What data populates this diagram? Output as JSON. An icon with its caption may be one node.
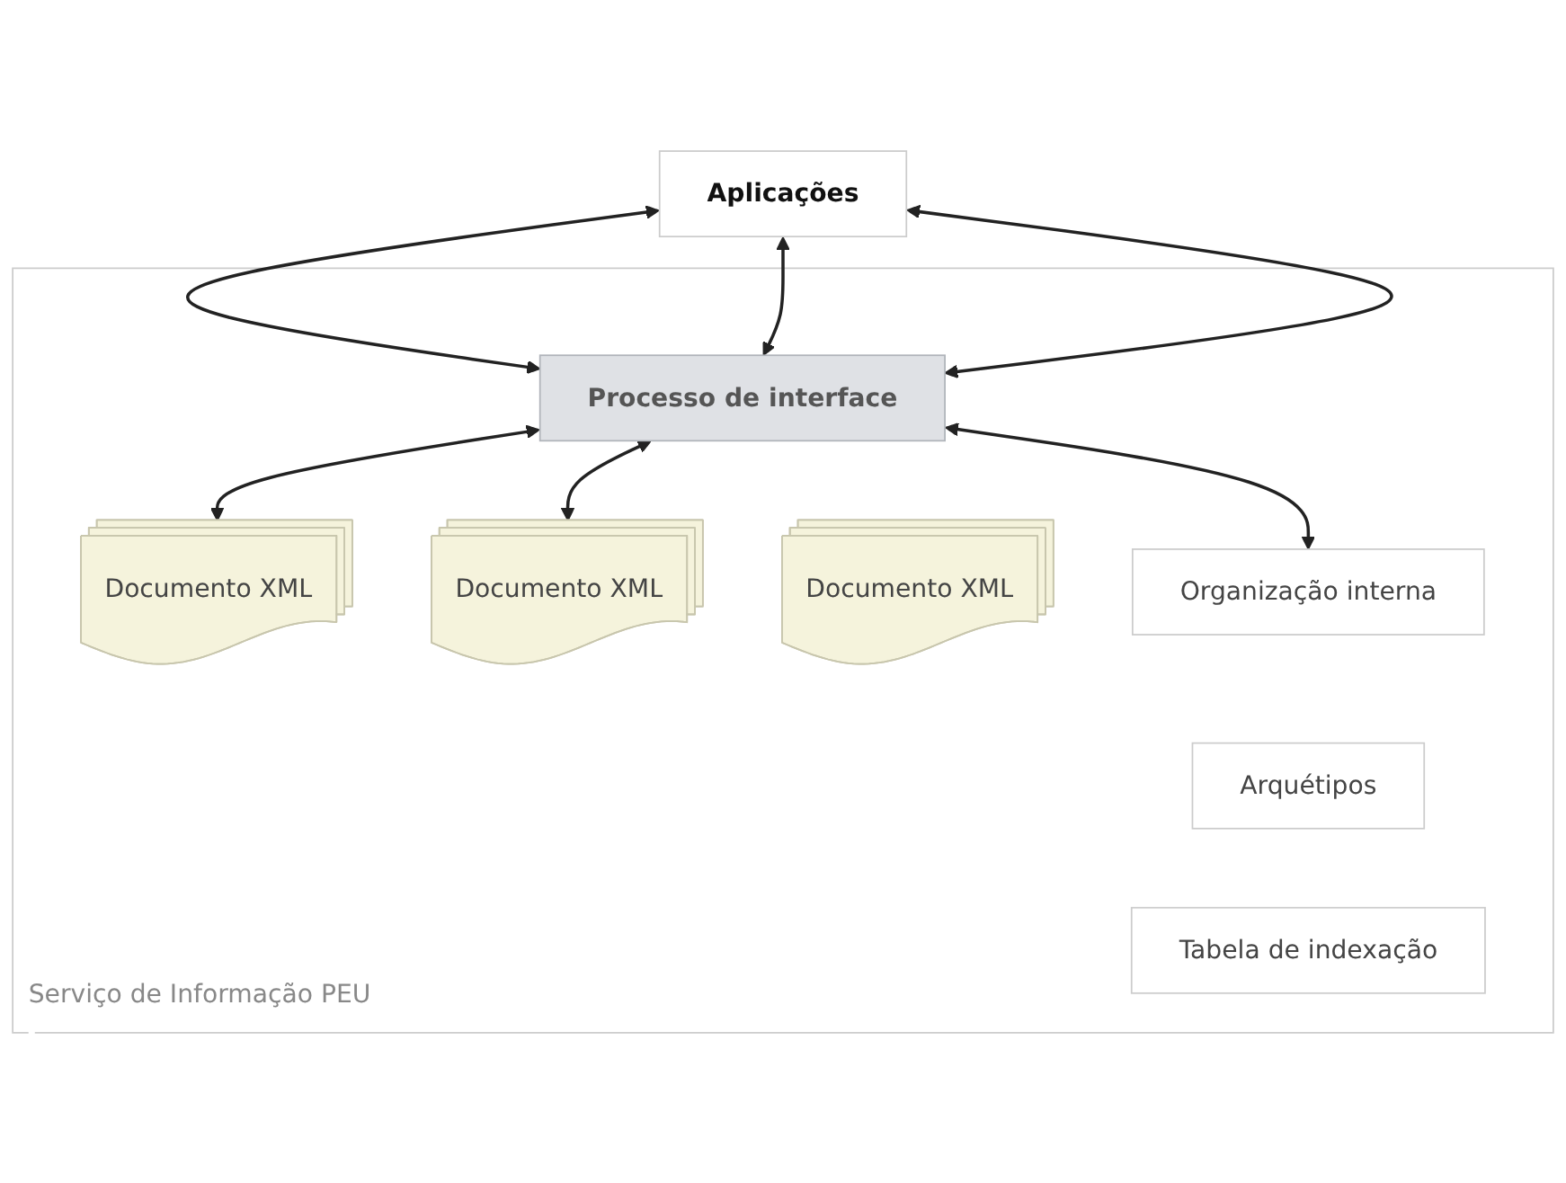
{
  "diagram": {
    "nodes": [
      {
        "text": [
          "Aplicações"
        ]
      },
      {
        "text": [
          "Serviço de Informação PEU"
        ]
      },
      {
        "text": [
          "Processo de interface"
        ],
        "in": 1
      },
      {
        "text": [
          "Documento XML"
        ],
        "in": 1
      },
      {
        "text": [
          "Documento XML"
        ],
        "in": 1
      },
      {
        "text": [
          "Documento XML"
        ],
        "in": 1
      },
      {
        "text": [
          "Organização interna"
        ],
        "in": 1
      },
      {
        "text": [
          "Arquétipos"
        ],
        "in": 1
      },
      {
        "text": [
          "Tabela de indexação"
        ],
        "in": 1
      }
    ],
    "edges": [
      {
        "from": 0,
        "to": 2,
        "arrow": "both"
      },
      {
        "from": 0,
        "to": 2,
        "arrow": "both"
      },
      {
        "from": 0,
        "to": 2,
        "arrow": "both"
      },
      {
        "from": 2,
        "to": 3,
        "arrow": "both"
      },
      {
        "from": 2,
        "to": 4,
        "arrow": "both"
      },
      {
        "from": 2,
        "to": 6,
        "arrow": "both"
      }
    ]
  }
}
